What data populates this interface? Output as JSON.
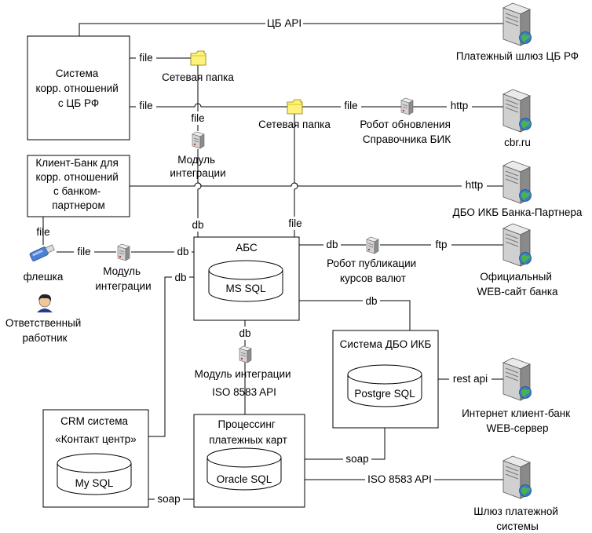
{
  "nodes": {
    "sys_corr": [
      "Система",
      "корр. отношений",
      "с ЦБ РФ"
    ],
    "client_bank": [
      "Клиент-Банк для",
      "корр. отношений",
      "с банком-",
      "партнером"
    ],
    "abs": {
      "title": "АБС",
      "db": "MS SQL"
    },
    "dbo": {
      "title": "Система ДБО ИКБ",
      "db": "Postgre SQL"
    },
    "crm": {
      "title": [
        "CRM система",
        "«Контакт центр»"
      ],
      "db": "My SQL"
    },
    "processing": {
      "title": [
        "Процессинг",
        "платежных карт"
      ],
      "db": "Oracle SQL"
    }
  },
  "icons": {
    "folder1": "Сетевая папка",
    "folder2": "Сетевая папка",
    "module1": [
      "Модуль",
      "интеграции"
    ],
    "module2": [
      "Модуль",
      "интеграции"
    ],
    "module3": [
      "Модуль интеграции",
      "ISO 8583 API"
    ],
    "robot_bik": [
      "Робот обновления",
      "Справочника БИК"
    ],
    "robot_rates": [
      "Робот публикации",
      "курсов валют"
    ],
    "flash": "флешка",
    "person": [
      "Ответственный",
      "работник"
    ],
    "servers": {
      "cbrf_gateway": "Платежный шлюз ЦБ РФ",
      "cbr": "cbr.ru",
      "partner_dbo": "ДБО ИКБ Банка-Партнера",
      "website": [
        "Официальный",
        "WEB-сайт банка"
      ],
      "internet_bank": [
        "Интернет клиент-банк",
        "WEB-сервер"
      ],
      "payment_gw": [
        "Шлюз платежной",
        "системы"
      ]
    }
  },
  "links": {
    "cb_api": "ЦБ API",
    "file": "file",
    "http": "http",
    "db": "db",
    "ftp": "ftp",
    "rest_api": "rest api",
    "soap": "soap",
    "iso": "ISO 8583 API"
  },
  "colors": {
    "folder_fill": "#fff27a",
    "server_body": "#d8d8d8",
    "server_dark": "#5a5a5a",
    "globe": "#3a7bc8",
    "globe_land": "#4caf50",
    "module_accent": "#c0392b"
  }
}
